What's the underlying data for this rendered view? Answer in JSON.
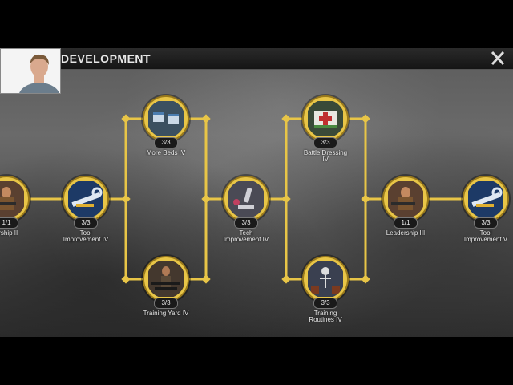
{
  "header": {
    "title": "DEVELOPMENT",
    "close_icon": "close-x-icon"
  },
  "webcam": {
    "description_icon": "webcam-person-icon"
  },
  "colors": {
    "gold": "#e8c547",
    "gold_dark": "#9a7a1c",
    "node_bg": "#2a2f3a"
  },
  "nodes": [
    {
      "id": "leadership-ii",
      "label_lines": [
        "ership II"
      ],
      "count": "1/1",
      "icon": "soldier-icon"
    },
    {
      "id": "tool-improvement-iv",
      "label_lines": [
        "Tool",
        "Improvement IV"
      ],
      "count": "3/3",
      "icon": "wrench-tools-icon"
    },
    {
      "id": "more-beds-iv",
      "label_lines": [
        "More Beds IV"
      ],
      "count": "3/3",
      "icon": "beds-icon"
    },
    {
      "id": "training-yard-iv",
      "label_lines": [
        "Training Yard IV"
      ],
      "count": "3/3",
      "icon": "weapons-icon"
    },
    {
      "id": "tech-improvement-iv",
      "label_lines": [
        "Tech",
        "Improvement IV"
      ],
      "count": "3/3",
      "icon": "microscope-icon"
    },
    {
      "id": "battle-dressing-iv",
      "label_lines": [
        "Battle Dressing",
        "IV"
      ],
      "count": "3/3",
      "icon": "medkit-icon"
    },
    {
      "id": "training-routines-iv",
      "label_lines": [
        "Training",
        "Routines IV"
      ],
      "count": "3/3",
      "icon": "skeleton-icon"
    },
    {
      "id": "leadership-iii",
      "label_lines": [
        "Leadership III"
      ],
      "count": "1/1",
      "icon": "soldier-icon"
    },
    {
      "id": "tool-improvement-v",
      "label_lines": [
        "Tool",
        "Improvement V"
      ],
      "count": "3/3",
      "icon": "wrench-tools-icon"
    }
  ]
}
